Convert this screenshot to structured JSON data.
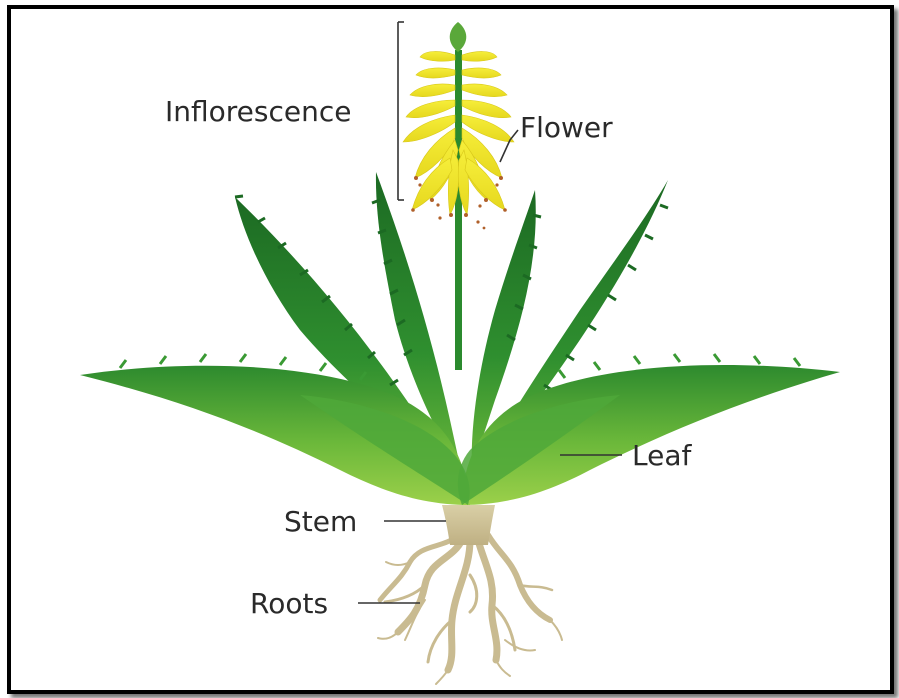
{
  "labels": {
    "inflorescence": "Inflorescence",
    "flower": "Flower",
    "leaf": "Leaf",
    "stem": "Stem",
    "roots": "Roots"
  },
  "colors": {
    "leaf_dark": "#1e6b24",
    "leaf_light": "#8bc53f",
    "flower_yellow": "#f3ea2a",
    "root_tan": "#c7b98f",
    "label_line": "#333333"
  }
}
